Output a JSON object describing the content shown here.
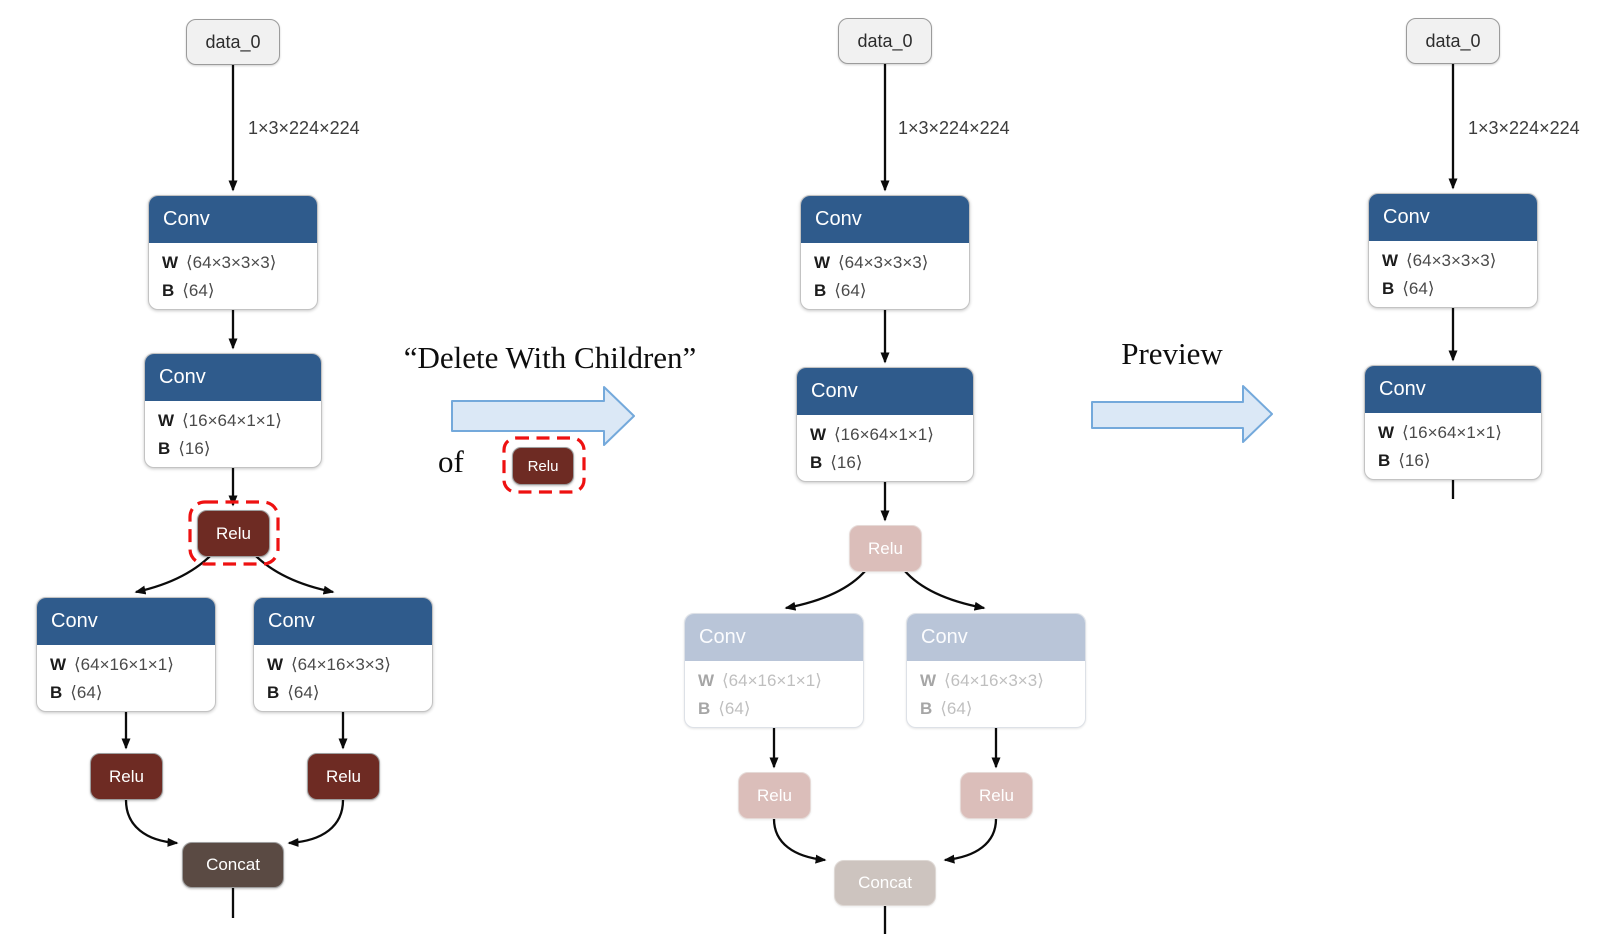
{
  "palette": {
    "conv_header_blue": "#2F5B8C",
    "relu_red": "#6E2B23",
    "concat_brown": "#5A4A43",
    "faded_relu_pink": "#DBBEBA",
    "faded_conv_header": "#B9C5D8",
    "faded_concat": "#CDC4BF",
    "selection_dash_red": "#EE1111",
    "flow_arrow_fill": "#DBE8F6",
    "flow_arrow_stroke": "#74A9DB"
  },
  "annotation": {
    "command": "“Delete With Children”",
    "of": "of",
    "target_op": "Relu",
    "preview": "Preview"
  },
  "g1": {
    "input": "data_0",
    "input_shape": "1×3×224×224",
    "conv1": {
      "op": "Conv",
      "wk": "W",
      "ws": "⟨64×3×3×3⟩",
      "bk": "B",
      "bs": "⟨64⟩"
    },
    "conv2": {
      "op": "Conv",
      "wk": "W",
      "ws": "⟨16×64×1×1⟩",
      "bk": "B",
      "bs": "⟨16⟩"
    },
    "relu1": {
      "op": "Relu"
    },
    "conv3": {
      "op": "Conv",
      "wk": "W",
      "ws": "⟨64×16×1×1⟩",
      "bk": "B",
      "bs": "⟨64⟩"
    },
    "conv4": {
      "op": "Conv",
      "wk": "W",
      "ws": "⟨64×16×3×3⟩",
      "bk": "B",
      "bs": "⟨64⟩"
    },
    "relu2": {
      "op": "Relu"
    },
    "relu3": {
      "op": "Relu"
    },
    "concat": {
      "op": "Concat"
    }
  },
  "g2": {
    "input": "data_0",
    "input_shape": "1×3×224×224",
    "conv1": {
      "op": "Conv",
      "wk": "W",
      "ws": "⟨64×3×3×3⟩",
      "bk": "B",
      "bs": "⟨64⟩"
    },
    "conv2": {
      "op": "Conv",
      "wk": "W",
      "ws": "⟨16×64×1×1⟩",
      "bk": "B",
      "bs": "⟨16⟩"
    },
    "relu1": {
      "op": "Relu"
    },
    "conv3": {
      "op": "Conv",
      "wk": "W",
      "ws": "⟨64×16×1×1⟩",
      "bk": "B",
      "bs": "⟨64⟩"
    },
    "conv4": {
      "op": "Conv",
      "wk": "W",
      "ws": "⟨64×16×3×3⟩",
      "bk": "B",
      "bs": "⟨64⟩"
    },
    "relu2": {
      "op": "Relu"
    },
    "relu3": {
      "op": "Relu"
    },
    "concat": {
      "op": "Concat"
    }
  },
  "g3": {
    "input": "data_0",
    "input_shape": "1×3×224×224",
    "conv1": {
      "op": "Conv",
      "wk": "W",
      "ws": "⟨64×3×3×3⟩",
      "bk": "B",
      "bs": "⟨64⟩"
    },
    "conv2": {
      "op": "Conv",
      "wk": "W",
      "ws": "⟨16×64×1×1⟩",
      "bk": "B",
      "bs": "⟨16⟩"
    }
  }
}
